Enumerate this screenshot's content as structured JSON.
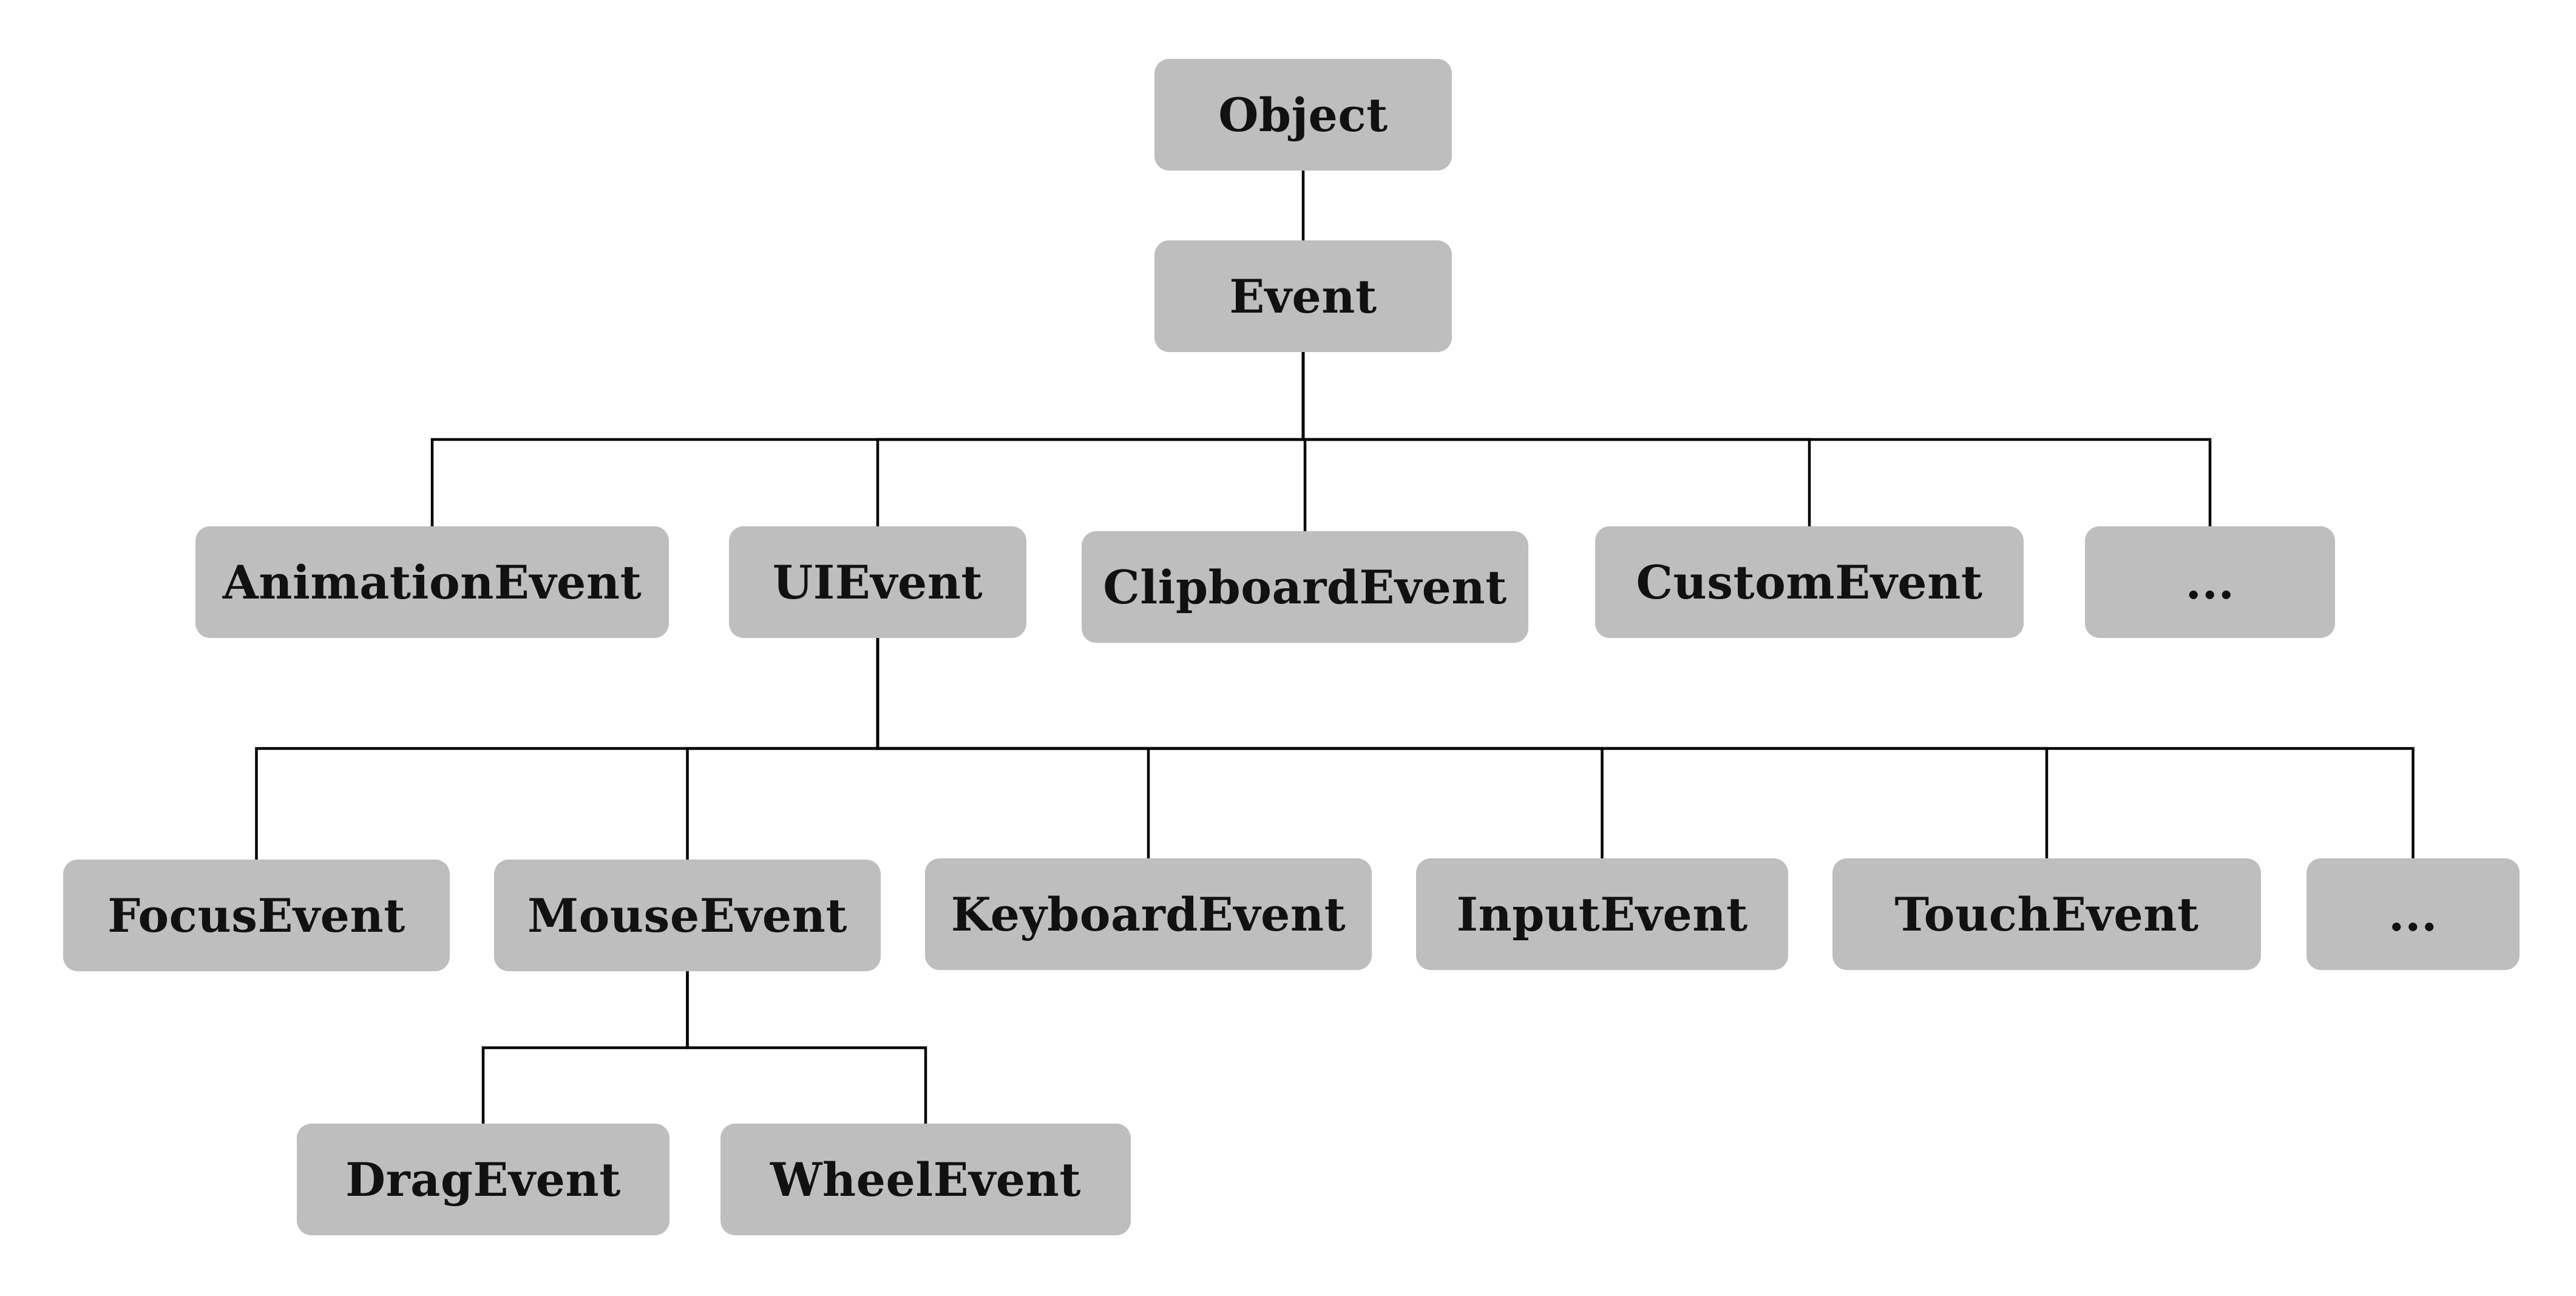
{
  "colors": {
    "node_fill": "#bebebe",
    "node_text": "#111111",
    "edge": "#000000",
    "background": "#ffffff"
  },
  "nodes": {
    "object": "Object",
    "event": "Event",
    "animation_event": "AnimationEvent",
    "ui_event": "UIEvent",
    "clipboard_event": "ClipboardEvent",
    "custom_event": "CustomEvent",
    "event_more": "...",
    "focus_event": "FocusEvent",
    "mouse_event": "MouseEvent",
    "keyboard_event": "KeyboardEvent",
    "input_event": "InputEvent",
    "touch_event": "TouchEvent",
    "ui_event_more": "...",
    "drag_event": "DragEvent",
    "wheel_event": "WheelEvent"
  },
  "edges": [
    [
      "object",
      "event"
    ],
    [
      "event",
      "animation_event"
    ],
    [
      "event",
      "ui_event"
    ],
    [
      "event",
      "clipboard_event"
    ],
    [
      "event",
      "custom_event"
    ],
    [
      "event",
      "event_more"
    ],
    [
      "ui_event",
      "focus_event"
    ],
    [
      "ui_event",
      "mouse_event"
    ],
    [
      "ui_event",
      "keyboard_event"
    ],
    [
      "ui_event",
      "input_event"
    ],
    [
      "ui_event",
      "touch_event"
    ],
    [
      "ui_event",
      "ui_event_more"
    ],
    [
      "mouse_event",
      "drag_event"
    ],
    [
      "mouse_event",
      "wheel_event"
    ]
  ]
}
